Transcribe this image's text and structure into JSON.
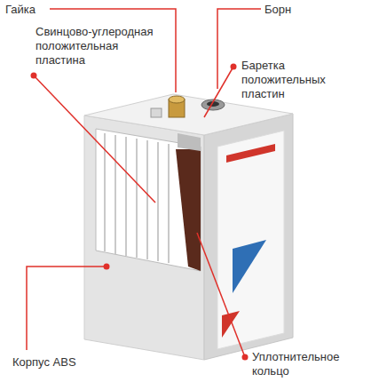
{
  "diagram": {
    "labels": [
      "Гайка",
      "Борн",
      "Свинцово-углеродная положительная пластина",
      "Баретка положительных пластин",
      "Корпус ABS",
      "Уплотнительное кольцо"
    ]
  }
}
